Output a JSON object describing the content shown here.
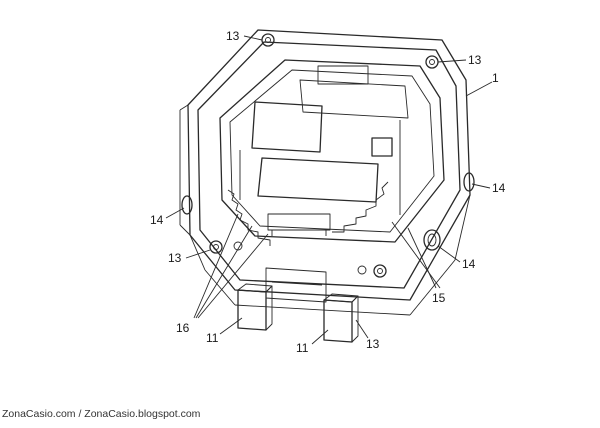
{
  "figure": {
    "callouts": [
      {
        "id": "label-13-top-left",
        "text": "13"
      },
      {
        "id": "label-13-top-right",
        "text": "13"
      },
      {
        "id": "label-1",
        "text": "1"
      },
      {
        "id": "label-14-right",
        "text": "14"
      },
      {
        "id": "label-14-left",
        "text": "14"
      },
      {
        "id": "label-13-left",
        "text": "13"
      },
      {
        "id": "label-14-lower-right",
        "text": "14"
      },
      {
        "id": "label-15",
        "text": "15"
      },
      {
        "id": "label-16",
        "text": "16"
      },
      {
        "id": "label-11-left",
        "text": "11"
      },
      {
        "id": "label-11-right",
        "text": "11"
      },
      {
        "id": "label-13-bottom",
        "text": "13"
      }
    ]
  },
  "credit": "ZonaCasio.com / ZonaCasio.blogspot.com"
}
